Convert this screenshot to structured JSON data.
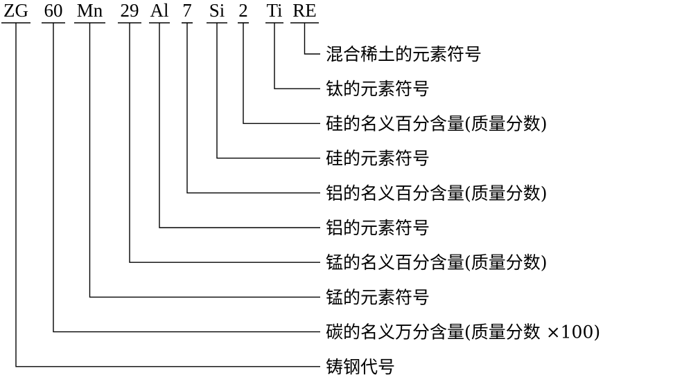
{
  "parts": [
    {
      "code": "ZG",
      "description": "铸钢代号"
    },
    {
      "code": "60",
      "description": "碳的名义万分含量(质量分数 ×100)"
    },
    {
      "code": "Mn",
      "description": "锰的元素符号"
    },
    {
      "code": "29",
      "description": "锰的名义百分含量(质量分数)"
    },
    {
      "code": "Al",
      "description": "铝的元素符号"
    },
    {
      "code": "7",
      "description": "铝的名义百分含量(质量分数)"
    },
    {
      "code": "Si",
      "description": "硅的元素符号"
    },
    {
      "code": "2",
      "description": "硅的名义百分含量(质量分数)"
    },
    {
      "code": "Ti",
      "description": "钛的元素符号"
    },
    {
      "code": "RE",
      "description": "混合稀土的元素符号"
    }
  ]
}
